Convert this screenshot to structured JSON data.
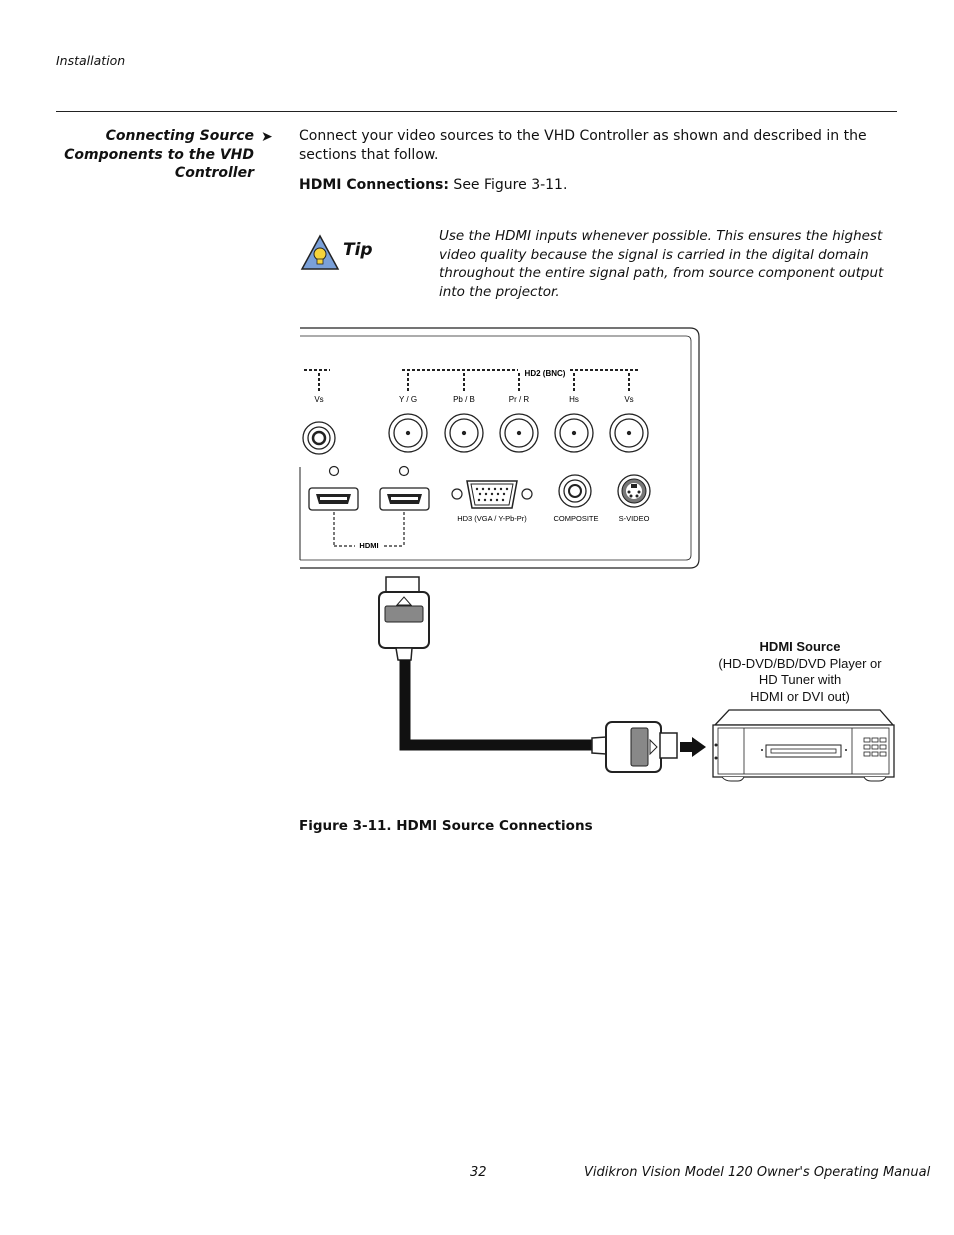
{
  "header": {
    "section": "Installation"
  },
  "side_heading": {
    "line1": "Connecting Source",
    "line2": "Components to the VHD",
    "line3": "Controller",
    "arrow": "➤"
  },
  "intro": "Connect your video sources to the VHD Controller as shown and described in the sections that follow.",
  "hdmi_connections": {
    "label": "HDMI Connections:",
    "text": " See Figure 3-11."
  },
  "tip": {
    "label": "Tip",
    "text": "Use the HDMI inputs whenever possible. This ensures the highest video quality because the signal is carried in the digital domain throughout the entire signal path, from source component output into the projector."
  },
  "figure": {
    "panel_labels": {
      "hd2_group": "HD2 (BNC)",
      "vs_left": "Vs",
      "y_g": "Y / G",
      "pb_b": "Pb / B",
      "pr_r": "Pr / R",
      "hs": "Hs",
      "vs": "Vs",
      "hd3": "HD3 (VGA / Y-Pb-Pr)",
      "composite": "COMPOSITE",
      "s_video": "S-VIDEO",
      "hdmi": "HDMI"
    },
    "source": {
      "title": "HDMI Source",
      "line1": "(HD-DVD/BD/DVD Player or",
      "line2": "HD Tuner with",
      "line3": "HDMI or DVI out)"
    }
  },
  "caption": "Figure 3-11. HDMI Source Connections",
  "footer": {
    "page": "32",
    "title": "Vidikron Vision Model 120 Owner's Operating Manual"
  }
}
